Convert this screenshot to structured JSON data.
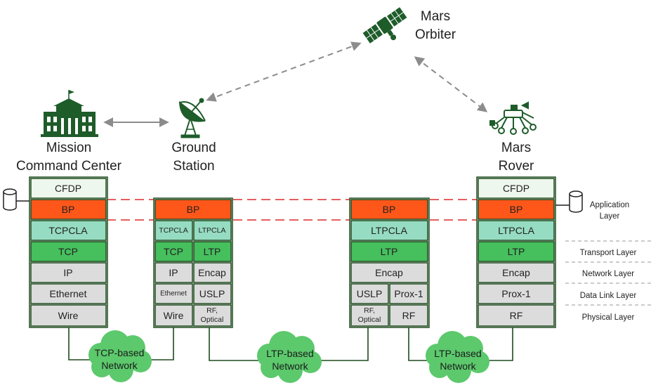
{
  "colors": {
    "cfdp": "#eef7ee",
    "bp": "#ff5719",
    "cla": "#96dcc2",
    "transport": "#46bf5d",
    "gray": "#dcdcdc",
    "border": "#1e4a1e",
    "cloud": "#5cc96c",
    "dash_red": "#dd2a2a",
    "arrow_gray": "#8c8c8c",
    "icon_green": "#1e5c2a"
  },
  "nodes": {
    "mcc": {
      "title_line1": "Mission",
      "title_line2": "Command Center",
      "icon": "building-icon"
    },
    "gs": {
      "title_line1": "Ground",
      "title_line2": "Station",
      "icon": "satellite-dish-icon"
    },
    "orbiter": {
      "title_line1": "Mars",
      "title_line2": "Orbiter",
      "icon": "satellite-icon"
    },
    "rover": {
      "title_line1": "Mars",
      "title_line2": "Rover",
      "icon": "rover-icon"
    }
  },
  "stacks": {
    "mcc": {
      "cfdp": "CFDP",
      "bp": "BP",
      "cla": "TCPCLA",
      "transport": "TCP",
      "network": "IP",
      "datalink": "Ethernet",
      "physical": "Wire"
    },
    "gs": {
      "bp": "BP",
      "cla_left": "TCPCLA",
      "cla_right": "LTPCLA",
      "transport_left": "TCP",
      "transport_right": "LTP",
      "network_left": "IP",
      "network_right": "Encap",
      "datalink_left": "Ethernet",
      "datalink_right": "USLP",
      "physical_left": "Wire",
      "physical_right_1": "RF,",
      "physical_right_2": "Optical"
    },
    "relay": {
      "bp": "BP",
      "cla": "LTPCLA",
      "transport": "LTP",
      "network": "Encap",
      "datalink_left": "USLP",
      "datalink_right": "Prox-1",
      "physical_left_1": "RF,",
      "physical_left_2": "Optical",
      "physical_right": "RF"
    },
    "rover": {
      "cfdp": "CFDP",
      "bp": "BP",
      "cla": "LTPCLA",
      "transport": "LTP",
      "network": "Encap",
      "datalink": "Prox-1",
      "physical": "RF"
    }
  },
  "layers": {
    "application_1": "Application",
    "application_2": "Layer",
    "transport": "Transport Layer",
    "network": "Network Layer",
    "datalink": "Data Link Layer",
    "physical": "Physical Layer"
  },
  "clouds": {
    "tcp": {
      "line1": "TCP-based",
      "line2": "Network"
    },
    "ltp1": {
      "line1": "LTP-based",
      "line2": "Network"
    },
    "ltp2": {
      "line1": "LTP-based",
      "line2": "Network"
    }
  }
}
